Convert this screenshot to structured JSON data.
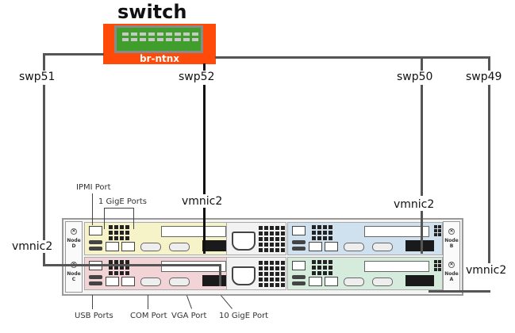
{
  "diagram": {
    "title": "switch",
    "switch": {
      "bridge_label": "br-ntnx",
      "colors": {
        "body": "#ff4a0a",
        "panel": "#3f9e2c",
        "frame": "#8a8a8a",
        "port": "#c8c8c8"
      },
      "port_count": 18
    },
    "switch_ports": [
      {
        "id": "swp51",
        "label": "swp51"
      },
      {
        "id": "swp52",
        "label": "swp52"
      },
      {
        "id": "swp50",
        "label": "swp50"
      },
      {
        "id": "swp49",
        "label": "swp49"
      }
    ],
    "host_nics": [
      {
        "node": "D",
        "label": "vmnic2",
        "switch_port": "swp52"
      },
      {
        "node": "B",
        "label": "vmnic2",
        "switch_port": "swp50"
      },
      {
        "node": "C",
        "label": "vmnic2",
        "switch_port": "swp51"
      },
      {
        "node": "A",
        "label": "vmnic2",
        "switch_port": "swp49"
      }
    ],
    "nodes": [
      {
        "id": "D",
        "label": "Node D",
        "name_top": "Node",
        "name_bottom": "D",
        "color": "#f7f3c8"
      },
      {
        "id": "C",
        "label": "Node C",
        "name_top": "Node",
        "name_bottom": "C",
        "color": "#f2d3d6"
      },
      {
        "id": "B",
        "label": "Node B",
        "name_top": "Node",
        "name_bottom": "B",
        "color": "#cfe0ee"
      },
      {
        "id": "A",
        "label": "Node A",
        "name_top": "Node",
        "name_bottom": "A",
        "color": "#d5ecdc"
      }
    ],
    "callouts": {
      "ipmi": "IPMI Port",
      "gige1": "1 GigE Ports",
      "usb": "USB Ports",
      "com": "COM Port",
      "vga": "VGA Port",
      "gige10": "10 GigE Port"
    }
  }
}
